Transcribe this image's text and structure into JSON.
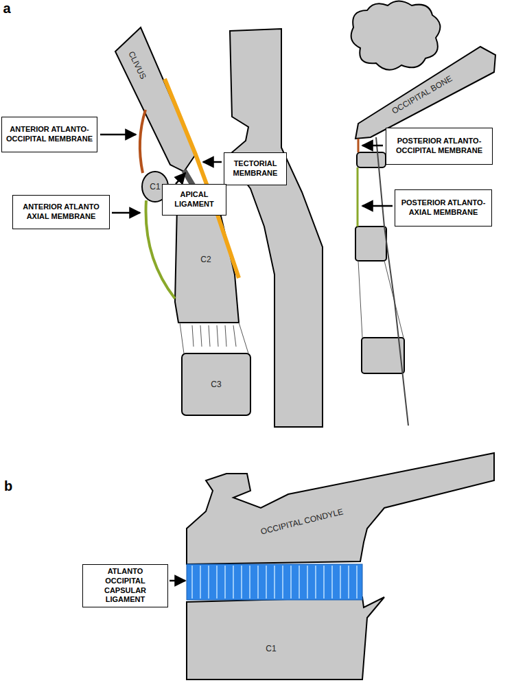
{
  "diagram": {
    "nodes": [
      {
        "text": [
          "ANTERIOR ATLANTO-OCCIPITAL MEMBRANE"
        ]
      },
      {
        "text": [
          "TECTORIAL MEMBRANE"
        ]
      },
      {
        "text": [
          "POSTERIOR ATLANTO-OCCIPITAL MEMBRANE"
        ]
      },
      {
        "text": [
          "APICAL LIGAMENT"
        ]
      },
      {
        "text": [
          "POSTERIOR ATLANTO-AXIAL MEMBRANE"
        ]
      },
      {
        "text": [
          "ANTERIOR ATLANTO AXIAL MEMBRANE"
        ]
      },
      {
        "text": [
          "ATLANTO OCCIPITAL CAPSULAR LIGAMENT"
        ]
      }
    ],
    "labels": [
      "a",
      "CLIVUS",
      "OCCIPITAL BONE",
      "C1",
      "C2",
      "C3",
      "b",
      "OCCIPITAL CONDYLE",
      "C1"
    ]
  }
}
